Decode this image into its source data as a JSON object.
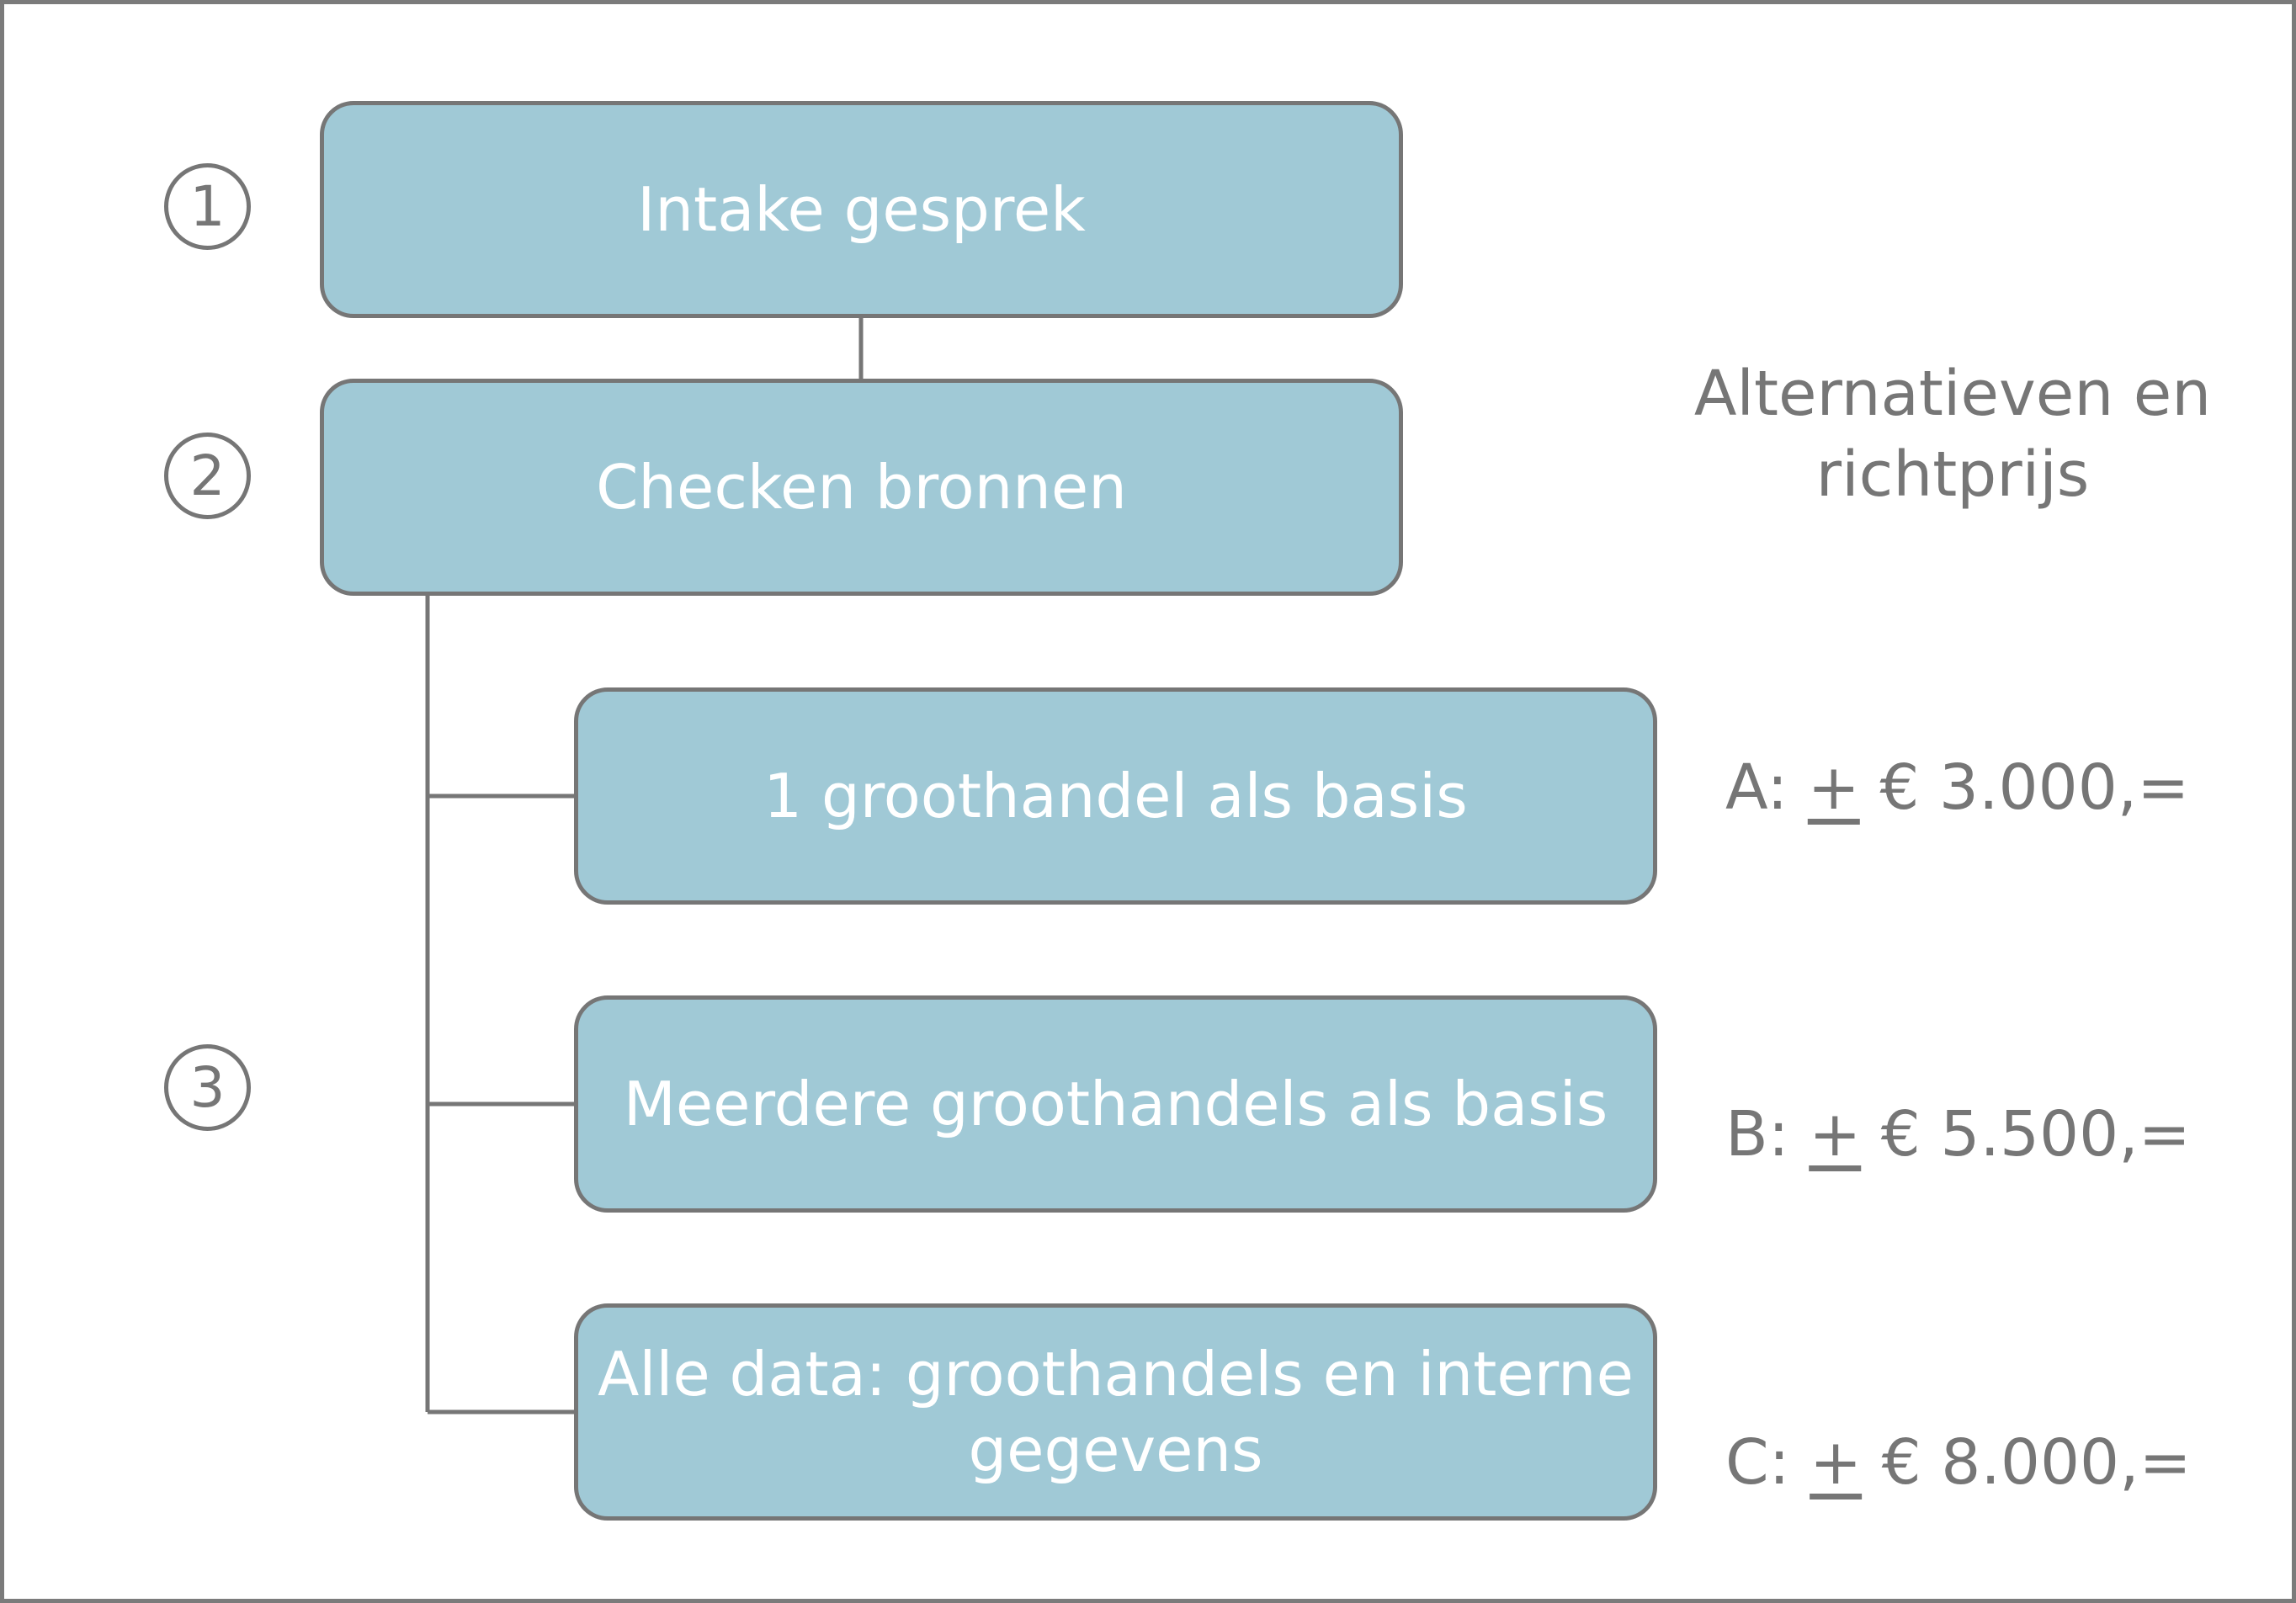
{
  "steps": [
    {
      "number": "1"
    },
    {
      "number": "2"
    },
    {
      "number": "3"
    }
  ],
  "boxes": {
    "intake": "Intake gesprek",
    "checken": "Checken bronnen",
    "option_a": "1 groothandel als basis",
    "option_b": "Meerdere groothandels als basis",
    "option_c_line1": "Alle data: groothandels en interne",
    "option_c_line2": "gegevens"
  },
  "alternatives": {
    "heading_line1": "Alternatieven en",
    "heading_line2": "richtprijs",
    "prices": [
      {
        "prefix": "A: ",
        "symbol": "+",
        "amount": " € 3.000,="
      },
      {
        "prefix": "B: ",
        "symbol": "+",
        "amount": " € 5.500,="
      },
      {
        "prefix": "C: ",
        "symbol": "+",
        "amount": " € 8.000,="
      }
    ]
  },
  "colors": {
    "box_fill": "#a0c9d6",
    "outline": "#767676",
    "box_text": "#ffffff",
    "side_text": "#767676"
  }
}
